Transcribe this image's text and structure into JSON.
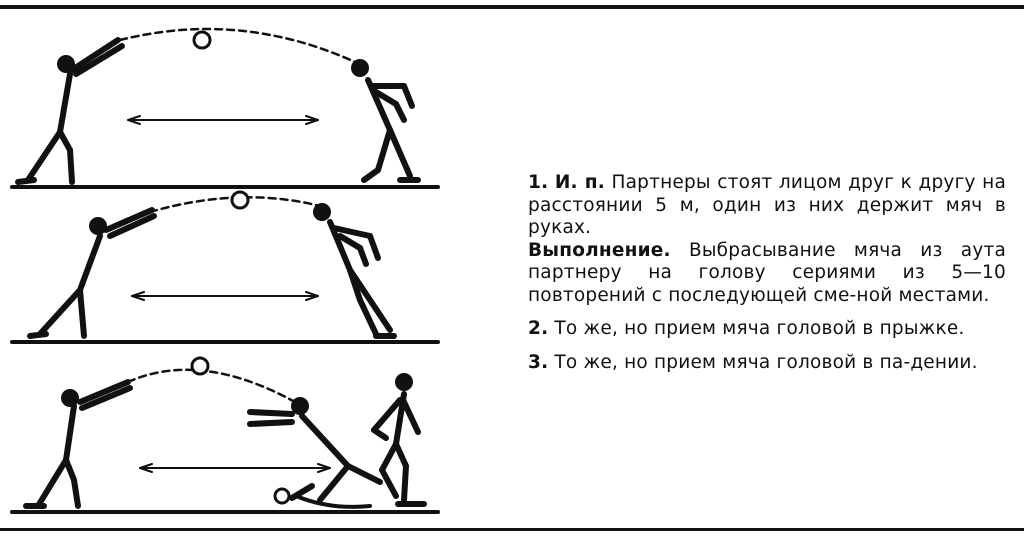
{
  "exercises": [
    {
      "number": "1.",
      "start_label": "И. п.",
      "start_text": "Партнеры стоят лицом друг к другу на расстоянии 5 м, один из них держит мяч в руках.",
      "exec_label": "Выполнение.",
      "exec_text": "Выбрасывание мяча из аута партнеру на голову сериями из 5—10 повторений с последующей сме-ной местами."
    },
    {
      "number": "2.",
      "text": "То же, но прием мяча головой в прыжке."
    },
    {
      "number": "3.",
      "text": "То же, но прием мяча головой в па-дении."
    }
  ]
}
